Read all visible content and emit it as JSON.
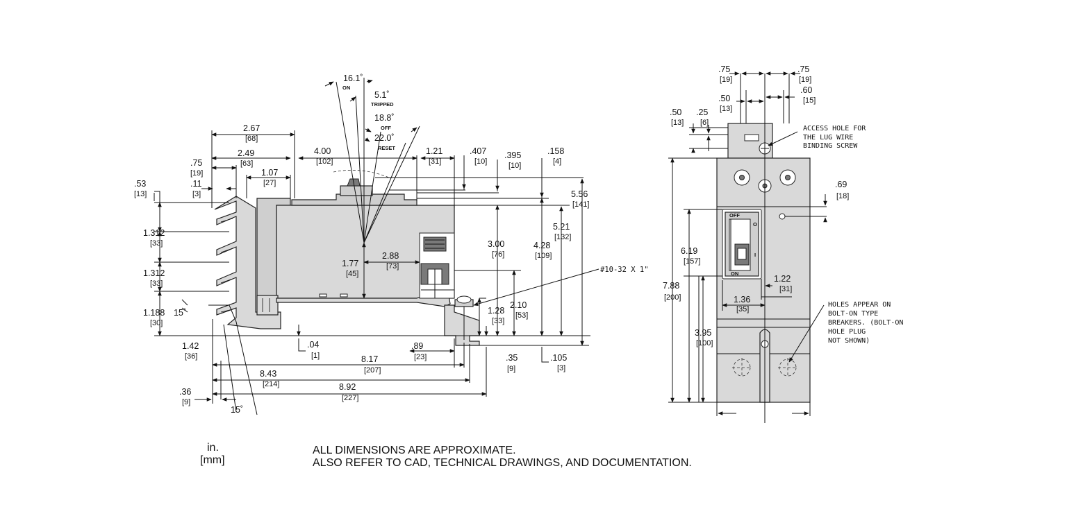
{
  "units": {
    "primary": "in.",
    "secondary": "[mm]"
  },
  "notes": {
    "line1": "ALL DIMENSIONS ARE APPROXIMATE.",
    "line2": "ALSO REFER TO CAD, TECHNICAL DRAWINGS, AND DOCUMENTATION."
  },
  "angles": {
    "on": {
      "value": "16.1˚",
      "label": "ON"
    },
    "tripped": {
      "value": "5.1˚",
      "label": "TRIPPED"
    },
    "off": {
      "value": "18.8˚",
      "label": "OFF"
    },
    "reset": {
      "value": "22.0˚",
      "label": "RESET"
    },
    "left15": "15˚",
    "bottom15": "15˚"
  },
  "side_view": {
    "d_2_67": {
      "in": "2.67",
      "mm": "[68]"
    },
    "d_2_49": {
      "in": "2.49",
      "mm": "[63]"
    },
    "d_75": {
      "in": ".75",
      "mm": "[19]"
    },
    "d_1_07": {
      "in": "1.07",
      "mm": "[27]"
    },
    "d_11": {
      "in": ".11",
      "mm": "[3]"
    },
    "d_53": {
      "in": ".53",
      "mm": "[13]"
    },
    "d_4_00": {
      "in": "4.00",
      "mm": "[102]"
    },
    "d_1_21": {
      "in": "1.21",
      "mm": "[31]"
    },
    "d_407": {
      "in": ".407",
      "mm": "[10]"
    },
    "d_395": {
      "in": ".395",
      "mm": "[10]"
    },
    "d_158": {
      "in": ".158",
      "mm": "[4]"
    },
    "d_5_56": {
      "in": "5.56",
      "mm": "[141]"
    },
    "d_5_21": {
      "in": "5.21",
      "mm": "[132]"
    },
    "d_4_28": {
      "in": "4.28",
      "mm": "[109]"
    },
    "d_3_00": {
      "in": "3.00",
      "mm": "[76]"
    },
    "d_1_312a": {
      "in": "1.312",
      "mm": "[33]"
    },
    "d_1_312b": {
      "in": "1.312",
      "mm": "[33]"
    },
    "d_1_188": {
      "in": "1.188",
      "mm": "[30]"
    },
    "d_1_77": {
      "in": "1.77",
      "mm": "[45]"
    },
    "d_2_88": {
      "in": "2.88",
      "mm": "[73]"
    },
    "d_1_28": {
      "in": "1.28",
      "mm": "[33]"
    },
    "d_2_10": {
      "in": "2.10",
      "mm": "[53]"
    },
    "d_1_42": {
      "in": "1.42",
      "mm": "[36]"
    },
    "d_04": {
      "in": ".04",
      "mm": "[1]"
    },
    "d_89": {
      "in": ".89",
      "mm": "[23]"
    },
    "d_35": {
      "in": ".35",
      "mm": "[9]"
    },
    "d_105": {
      "in": ".105",
      "mm": "[3]"
    },
    "d_8_17": {
      "in": "8.17",
      "mm": "[207]"
    },
    "d_8_43": {
      "in": "8.43",
      "mm": "[214]"
    },
    "d_8_92": {
      "in": "8.92",
      "mm": "[227]"
    },
    "d_36": {
      "in": ".36",
      "mm": "[9]"
    },
    "screw": "#10-32 X 1\""
  },
  "front_view": {
    "d_75a": {
      "in": ".75",
      "mm": "[19]"
    },
    "d_75b": {
      "in": ".75",
      "mm": "[19]"
    },
    "d_50a": {
      "in": ".50",
      "mm": "[13]"
    },
    "d_60": {
      "in": ".60",
      "mm": "[15]"
    },
    "d_50b": {
      "in": ".50",
      "mm": "[13]"
    },
    "d_25": {
      "in": ".25",
      "mm": "[6]"
    },
    "d_69": {
      "in": ".69",
      "mm": "[18]"
    },
    "d_6_19": {
      "in": "6.19",
      "mm": "[157]"
    },
    "d_7_88": {
      "in": "7.88",
      "mm": "[200]"
    },
    "d_1_22": {
      "in": "1.22",
      "mm": "[31]"
    },
    "d_1_36": {
      "in": "1.36",
      "mm": "[35]"
    },
    "d_3_95": {
      "in": "3.95",
      "mm": "[100]"
    },
    "access_note": [
      "ACCESS HOLE FOR",
      "THE LUG WIRE",
      "BINDING SCREW"
    ],
    "holes_note": [
      "HOLES APPEAR ON",
      "BOLT-ON TYPE",
      "BREAKERS. (BOLT-ON",
      "HOLE PLUG",
      "NOT SHOWN)"
    ],
    "handle_top": "OFF",
    "handle_bottom": "ON",
    "mark_o": "O",
    "mark_i": "I"
  }
}
